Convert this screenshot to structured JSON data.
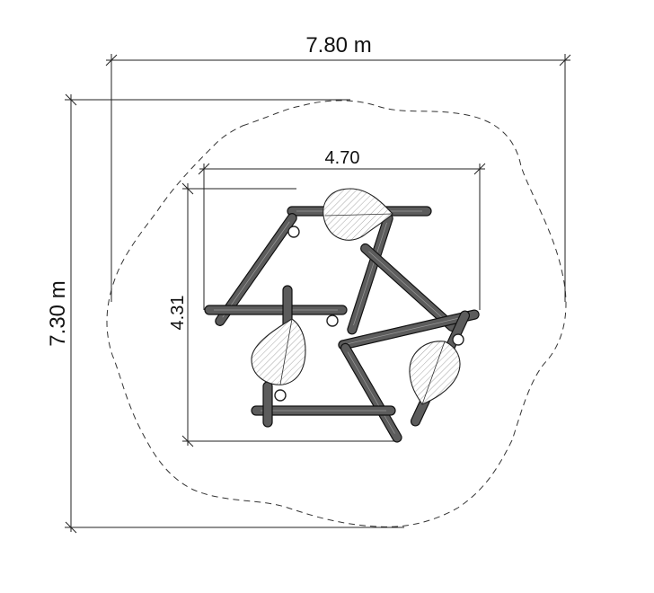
{
  "dimensions": {
    "overall_width": "7.80 m",
    "overall_depth": "7.30 m",
    "frame_width": "4.70",
    "frame_depth": "4.31"
  }
}
